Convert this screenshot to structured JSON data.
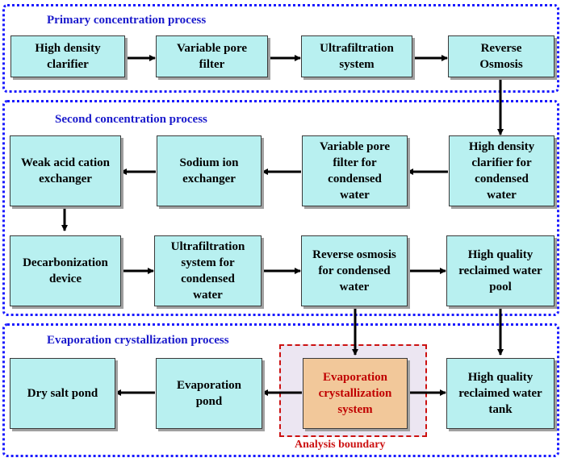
{
  "regions": {
    "primary": {
      "title": "Primary concentration process"
    },
    "second": {
      "title": "Second concentration process"
    },
    "evaporation": {
      "title": "Evaporation crystallization process"
    },
    "analysis": {
      "label": "Analysis boundary"
    }
  },
  "nodes": {
    "high_density_clarifier": "High density\nclarifier",
    "variable_pore_filter": "Variable pore\nfilter",
    "ultrafiltration_system": "Ultrafiltration\nsystem",
    "reverse_osmosis": "Reverse\nOsmosis",
    "high_density_clarifier_condensed": "High density\nclarifier for\ncondensed\nwater",
    "variable_pore_filter_condensed": "Variable pore\nfilter for\ncondensed\nwater",
    "sodium_ion_exchanger": "Sodium ion\nexchanger",
    "weak_acid_cation_exchanger": "Weak acid cation\nexchanger",
    "decarbonization_device": "Decarbonization\ndevice",
    "ultrafiltration_condensed": "Ultrafiltration\nsystem for\ncondensed\nwater",
    "reverse_osmosis_condensed": "Reverse osmosis\nfor condensed\nwater",
    "high_quality_pool": "High quality\nreclaimed water\npool",
    "high_quality_tank": "High quality\nreclaimed water\ntank",
    "evaporation_crystallization_system": "Evaporation\ncrystallization\nsystem",
    "evaporation_pond": "Evaporation\npond",
    "dry_salt_pond": "Dry salt pond"
  },
  "colors": {
    "box_fill": "#b8f0f0",
    "highlight_fill": "#f2c89a",
    "highlight_text": "#c00000",
    "region_border": "#1a1aff",
    "analysis_border": "#cc1111"
  }
}
